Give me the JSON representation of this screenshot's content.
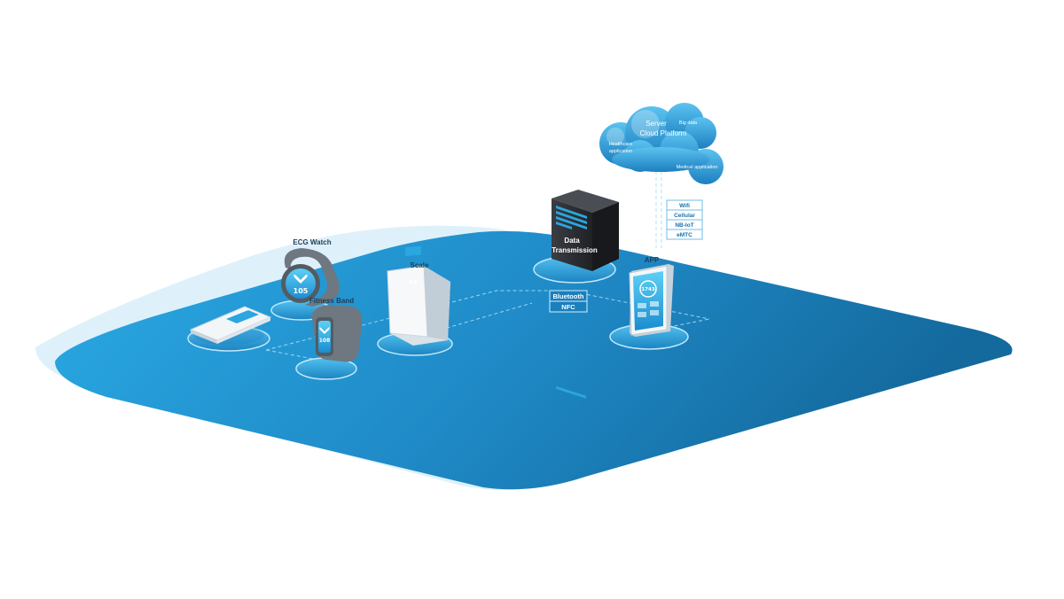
{
  "devices": {
    "ecg_watch": "ECG Watch",
    "fitness_band": "Fitness Band",
    "scale": "Scale",
    "app": "APP",
    "ecg_reading": "105",
    "band_reading": "108",
    "scale_reading": "68",
    "app_reading": "1743"
  },
  "server": {
    "label_line1": "Data",
    "label_line2": "Transmission"
  },
  "short_range": [
    "Bluetooth",
    "NFC"
  ],
  "networks": [
    "Wifi",
    "Cellular",
    "NB-IoT",
    "eMTC"
  ],
  "cloud": {
    "title_line1": "Server",
    "title_line2": "Cloud Platform",
    "healthcare_line1": "Healthcare",
    "healthcare_line2": "application",
    "big_data": "Big data",
    "medical": "Medical application"
  },
  "colors": {
    "platform_light": "#2aa8e2",
    "platform_dark": "#136b9e",
    "cloud": "#2f9ad6",
    "server": "#2b2e33"
  }
}
